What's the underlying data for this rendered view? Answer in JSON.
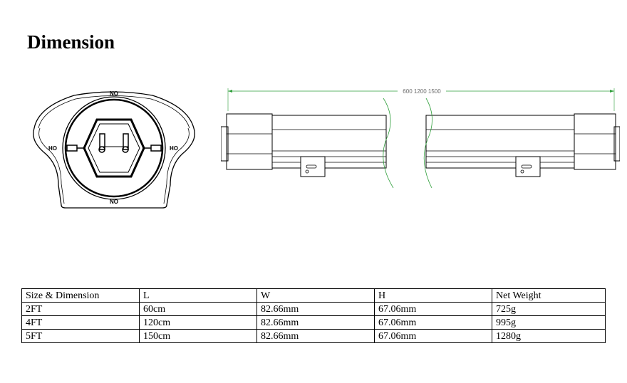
{
  "title": "Dimension",
  "end_view": {
    "label_top": "NO",
    "label_bottom": "NO",
    "label_left": "HO",
    "label_right": "HO"
  },
  "side_view": {
    "dimension_label": "600 1200 1500"
  },
  "table": {
    "headers": [
      "Size & Dimension",
      "L",
      "W",
      "H",
      "Net Weight"
    ],
    "rows": [
      [
        "2FT",
        "60cm",
        "82.66mm",
        "67.06mm",
        "725g"
      ],
      [
        "4FT",
        "120cm",
        "82.66mm",
        "67.06mm",
        "995g"
      ],
      [
        "5FT",
        "150cm",
        "82.66mm",
        "67.06mm",
        "1280g"
      ]
    ]
  },
  "colors": {
    "dimension_line": "#2e9e3a",
    "drawing_line": "#000000"
  }
}
